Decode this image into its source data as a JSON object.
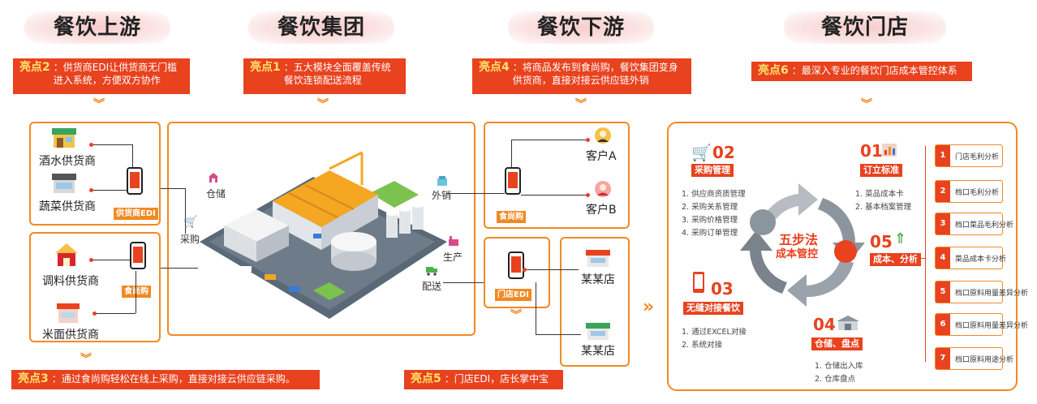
{
  "sections": {
    "upstream": "餐饮上游",
    "group": "餐饮集团",
    "downstream": "餐饮下游",
    "store": "餐饮门店"
  },
  "highlights": {
    "h2": {
      "tag": "亮点2",
      "text": "：供货商EDI让供货商无门槛进入系统，方便双方协作"
    },
    "h1": {
      "tag": "亮点1",
      "text": "：五大模块全面覆盖传统餐饮连锁配送流程"
    },
    "h4": {
      "tag": "亮点4",
      "text": "：将商品发布到食尚购，餐饮集团变身供货商，直接对接云供应链外销"
    },
    "h6": {
      "tag": "亮点6",
      "text": "：最深入专业的餐饮门店成本管控体系"
    },
    "h3": {
      "tag": "亮点3",
      "text": "：通过食尚购轻松在线上采购，直接对接云供应链采购。"
    },
    "h5": {
      "tag": "亮点5",
      "text": "：门店EDI，店长掌中宝"
    }
  },
  "upstream": {
    "wine": "酒水供货商",
    "veg": "蔬菜供货商",
    "edi_tag": "供货商EDI",
    "spice": "调料供货商",
    "flour": "米面供货商",
    "ssg_tag": "食尚购"
  },
  "group": {
    "warehouse": "仓储",
    "purchase": "采购",
    "sale": "外销",
    "produce": "生产",
    "deliver": "配送"
  },
  "downstream": {
    "ssg_tag": "食尚购",
    "customer_a": "客户A",
    "customer_b": "客户B",
    "store_edi_tag": "门店EDI",
    "store1": "某某店",
    "store2": "某某店"
  },
  "store": {
    "center_line1": "五步法",
    "center_line2": "成本管控",
    "s02": {
      "num": "02",
      "label": "采购管理",
      "items": [
        "1. 供应商资质管理",
        "2. 采购关系管理",
        "3. 采购价格管理",
        "4. 采购订单管理"
      ]
    },
    "s01": {
      "num": "01",
      "label": "订立标准",
      "items": [
        "1. 菜品成本卡",
        "2. 基本档案管理"
      ]
    },
    "s05": {
      "num": "05",
      "label": "成本、分析"
    },
    "s03": {
      "num": "03",
      "label": "无缝对接餐饮",
      "items": [
        "1. 通过EXCEL对接",
        "2. 系统对接"
      ]
    },
    "s04": {
      "num": "04",
      "label": "仓储、盘点",
      "items": [
        "1. 仓储出入库",
        "2. 仓库盘点"
      ]
    },
    "analysis": [
      {
        "n": "1",
        "t": "门店毛利分析"
      },
      {
        "n": "2",
        "t": "档口毛利分析"
      },
      {
        "n": "3",
        "t": "档口菜品毛利分析"
      },
      {
        "n": "4",
        "t": "菜品成本卡分析"
      },
      {
        "n": "5",
        "t": "档口原料用量差异分析"
      },
      {
        "n": "6",
        "t": "档口原料用量差异分析"
      },
      {
        "n": "7",
        "t": "档口原料用途分析"
      }
    ]
  },
  "colors": {
    "accent": "#e8421f",
    "orange": "#f08a24",
    "highlight_tag": "#ffe36b"
  }
}
